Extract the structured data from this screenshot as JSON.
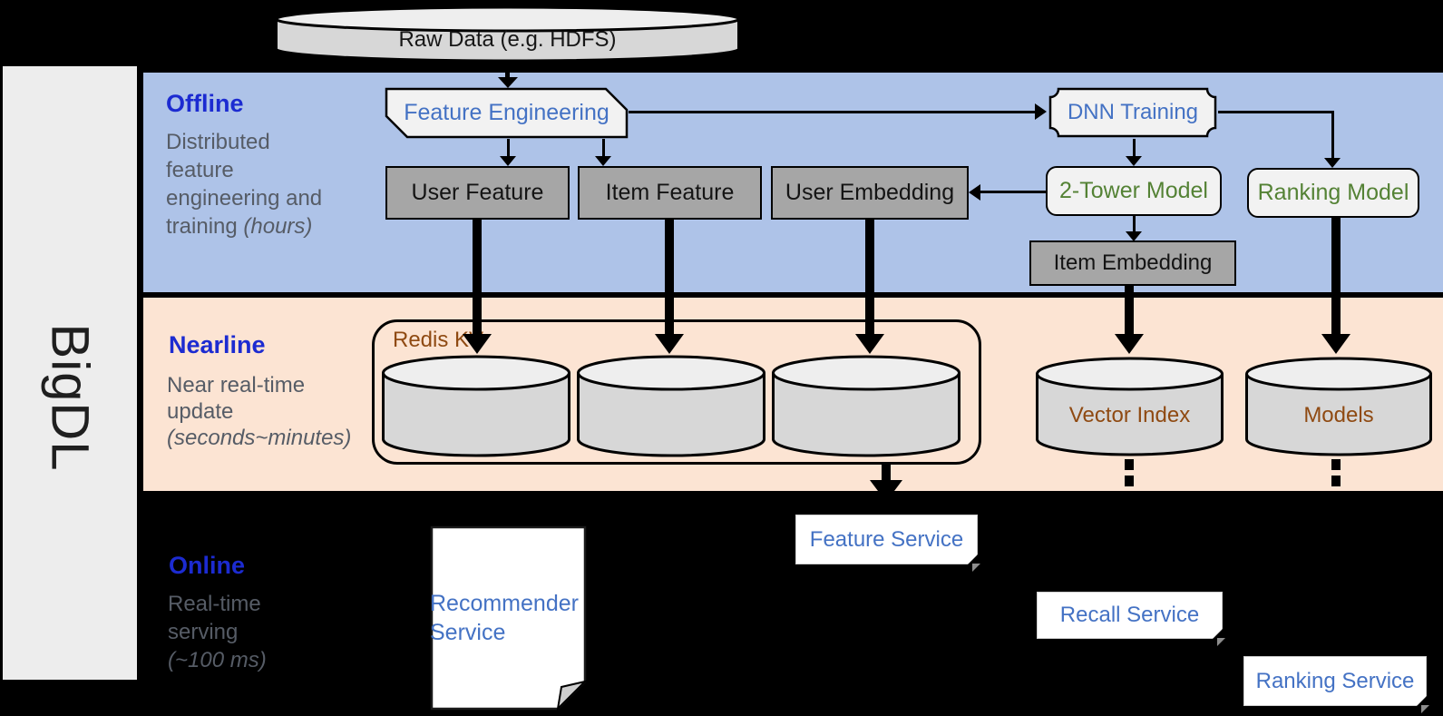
{
  "brand": "BigDL",
  "raw_data": {
    "label": "Raw Data (e.g. HDFS)"
  },
  "sections": {
    "offline": {
      "title": "Offline",
      "line1": "Distributed",
      "line2": "feature",
      "line3": "engineering and",
      "line4_prefix": "training ",
      "line4_italic": "(hours)"
    },
    "nearline": {
      "title": "Nearline",
      "line1": "Near real-time",
      "line2": "update",
      "line3_italic": "(seconds~minutes)"
    },
    "online": {
      "title": "Online",
      "line1": "Real-time",
      "line2": "serving",
      "line3_italic": "(~100 ms)"
    }
  },
  "nodes": {
    "feature_engineering": "Feature Engineering",
    "dnn_training": "DNN Training",
    "user_feature": "User Feature",
    "item_feature": "Item Feature",
    "user_embedding": "User Embedding",
    "two_tower_model": "2-Tower Model",
    "ranking_model": "Ranking Model",
    "item_embedding": "Item Embedding",
    "redis_kv": "Redis KV",
    "vector_index": "Vector Index",
    "models": "Models",
    "recommender_service": "Recommender Service",
    "feature_service": "Feature Service",
    "recall_service": "Recall Service",
    "ranking_service": "Ranking Service"
  },
  "colors": {
    "offline_band": "#aec3e8",
    "nearline_band": "#fce4d3",
    "sidebar_gray": "#ededed",
    "section_title_blue": "#1c2bd1",
    "subtitle_gray": "#565c66",
    "node_label_blue": "#4472c4",
    "model_label_green": "#548235",
    "storage_label_brown": "#8f4a12",
    "gray_box": "#a6a6a6",
    "light_box": "#f2f2f2",
    "cylinder_body": "#d7d7d7",
    "cylinder_top": "#eeeeee"
  }
}
